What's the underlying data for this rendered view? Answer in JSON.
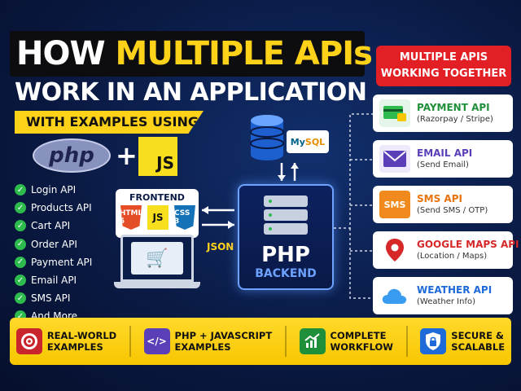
{
  "title": {
    "line1_part1": "HOW",
    "line1_part2": "MULTIPLE APIs",
    "line2": "WORK IN AN APPLICATION",
    "banner": "WITH EXAMPLES USING"
  },
  "logos": {
    "php": "php",
    "plus": "+",
    "js": "JS"
  },
  "checklist": [
    "Login API",
    "Products API",
    "Cart API",
    "Order API",
    "Payment API",
    "Email API",
    "SMS API",
    "And More..."
  ],
  "frontend": {
    "label": "FRONTEND",
    "tech": [
      "HTML 5",
      "JS",
      "CSS 3"
    ]
  },
  "json_label": "JSON",
  "database": {
    "label_my": "My",
    "label_sql": "SQL"
  },
  "backend": {
    "php": "PHP",
    "label": "BACKEND"
  },
  "right_panel": {
    "header_line1": "MULTIPLE APIS",
    "header_line2": "WORKING TOGETHER",
    "apis": [
      {
        "name": "PAYMENT API",
        "sub": "(Razorpay / Stripe)",
        "color": "#1f8f3a",
        "icon": "credit-card-icon"
      },
      {
        "name": "EMAIL API",
        "sub": "(Send Email)",
        "color": "#5a3fb8",
        "icon": "envelope-icon"
      },
      {
        "name": "SMS API",
        "sub": "(Send SMS / OTP)",
        "color": "#e8730c",
        "icon": "sms-icon"
      },
      {
        "name": "GOOGLE MAPS API",
        "sub": "(Location / Maps)",
        "color": "#d62828",
        "icon": "map-pin-icon"
      },
      {
        "name": "WEATHER API",
        "sub": "(Weather Info)",
        "color": "#1e6ad8",
        "icon": "cloud-icon"
      }
    ]
  },
  "features": [
    {
      "line1": "REAL-WORLD",
      "line2": "EXAMPLES",
      "color": "#c8262c",
      "icon": "target-icon"
    },
    {
      "line1": "PHP + JAVASCRIPT",
      "line2": "EXAMPLES",
      "color": "#5a3fb8",
      "icon": "code-icon"
    },
    {
      "line1": "COMPLETE",
      "line2": "WORKFLOW",
      "color": "#1f8f3a",
      "icon": "chart-up-icon"
    },
    {
      "line1": "SECURE &",
      "line2": "SCALABLE",
      "color": "#1e6ad8",
      "icon": "shield-lock-icon"
    }
  ],
  "colors": {
    "accent_yellow": "#ffd21a",
    "accent_red": "#e31f26",
    "background": "#0a1a44"
  }
}
